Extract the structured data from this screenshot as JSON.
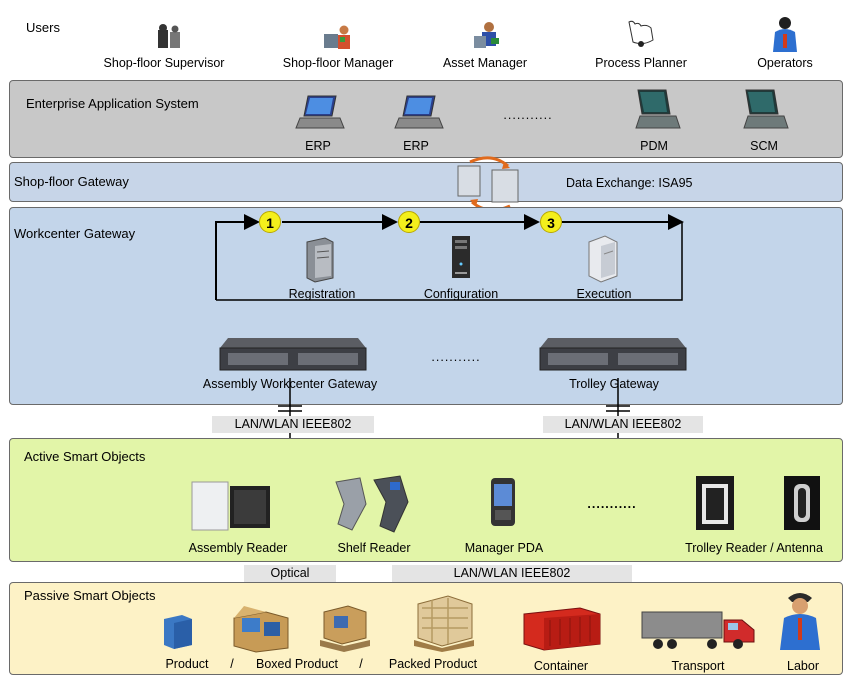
{
  "users": {
    "title": "Users",
    "items": [
      "Shop-floor Supervisor",
      "Shop-floor Manager",
      "Asset Manager",
      "Process Planner",
      "Operators"
    ]
  },
  "enterprise": {
    "title": "Enterprise Application System",
    "systems": [
      "ERP",
      "ERP",
      "PDM",
      "SCM"
    ],
    "ellipsis": "..........."
  },
  "shopfloor": {
    "title": "Shop-floor Gateway",
    "data_exchange": "Data Exchange: ISA95"
  },
  "workcenter": {
    "title": "Workcenter Gateway",
    "steps": [
      {
        "num": "1",
        "label": "Registration"
      },
      {
        "num": "2",
        "label": "Configuration"
      },
      {
        "num": "3",
        "label": "Execution"
      }
    ],
    "gateways": [
      "Assembly Workcenter Gateway",
      "Trolley Gateway"
    ],
    "ellipsis": "..........."
  },
  "links": {
    "lan_left": "LAN/WLAN IEEE802",
    "lan_right": "LAN/WLAN IEEE802",
    "optical": "Optical",
    "lan_bottom": "LAN/WLAN IEEE802"
  },
  "active": {
    "title": "Active Smart Objects",
    "items": [
      "Assembly Reader",
      "Shelf Reader",
      "Manager PDA",
      "Trolley Reader / Antenna"
    ],
    "ellipsis": "..........."
  },
  "passive": {
    "title": "Passive Smart Objects",
    "items": [
      "Product",
      "Boxed Product",
      "Packed Product",
      "Container",
      "Transport",
      "Labor"
    ],
    "separator": "/"
  },
  "colors": {
    "enterprise_band": "#c8c8c8",
    "shopfloor_band": "#c7d5e8",
    "workcenter_band": "#c3d5ea",
    "active_band": "#e2f5a8",
    "passive_band": "#fdf2c6",
    "step_badge": "#f4ef1c"
  }
}
